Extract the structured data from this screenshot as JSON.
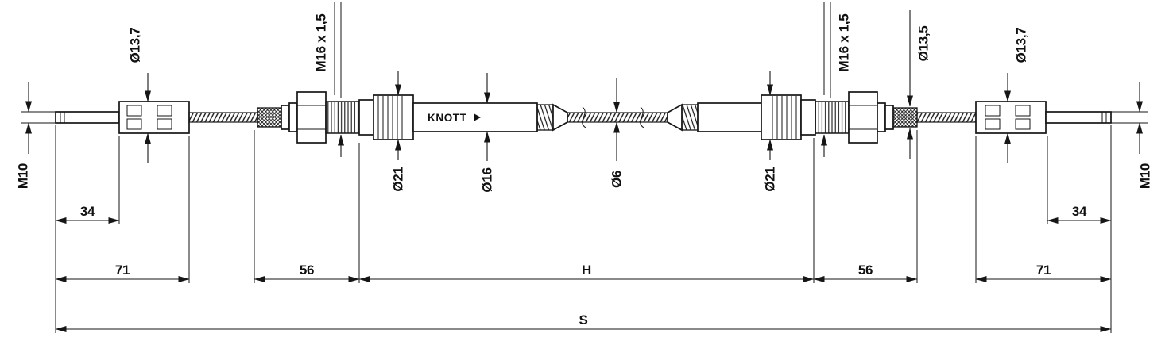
{
  "page": {
    "background": "#ffffff",
    "line_color": "#161616",
    "description": "Dimensioned technical drawing of a bowden brake cable assembly"
  },
  "logo": {
    "brand": "KNOTT"
  },
  "labels": {
    "thread_left": "M10",
    "eye_dia_left": "Ø13,7",
    "adjuster_thread_left": "M16 x 1,5",
    "bell_dia_left": "Ø21",
    "conduit_dia": "Ø16",
    "cable_dia": "Ø6",
    "bell_dia_right": "Ø21",
    "adjuster_thread_right": "M16 x 1,5",
    "ferrule_dia_right": "Ø13,5",
    "eye_dia_right": "Ø13,7",
    "thread_right": "M10",
    "len_eye_left": "34",
    "len_end_left": "71",
    "len_adjuster_left": "56",
    "len_housing": "H",
    "len_adjuster_right": "56",
    "len_end_right": "71",
    "len_eye_right": "34",
    "len_total": "S"
  }
}
